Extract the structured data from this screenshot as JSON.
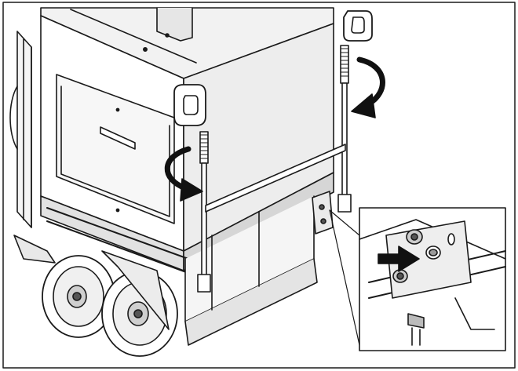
{
  "figure": {
    "type": "technical-illustration",
    "line_color": "#1a1a1a",
    "fill_light": "#ffffff",
    "fill_shade": "#e2e2e2",
    "fill_dark": "#9a9a9a",
    "arrow_color": "#111111",
    "components": {
      "cabinet": "cabinet-body",
      "handles": [
        "lifting-handle-left",
        "lifting-handle-right"
      ],
      "rods": [
        "threaded-rod-left",
        "threaded-rod-right"
      ],
      "wheels": [
        "wheel-front",
        "wheel-rear"
      ],
      "detail": "detail-inset-bolt"
    },
    "arrows": [
      "rotate-arrow-left",
      "rotate-arrow-right",
      "push-arrow-inset"
    ]
  }
}
